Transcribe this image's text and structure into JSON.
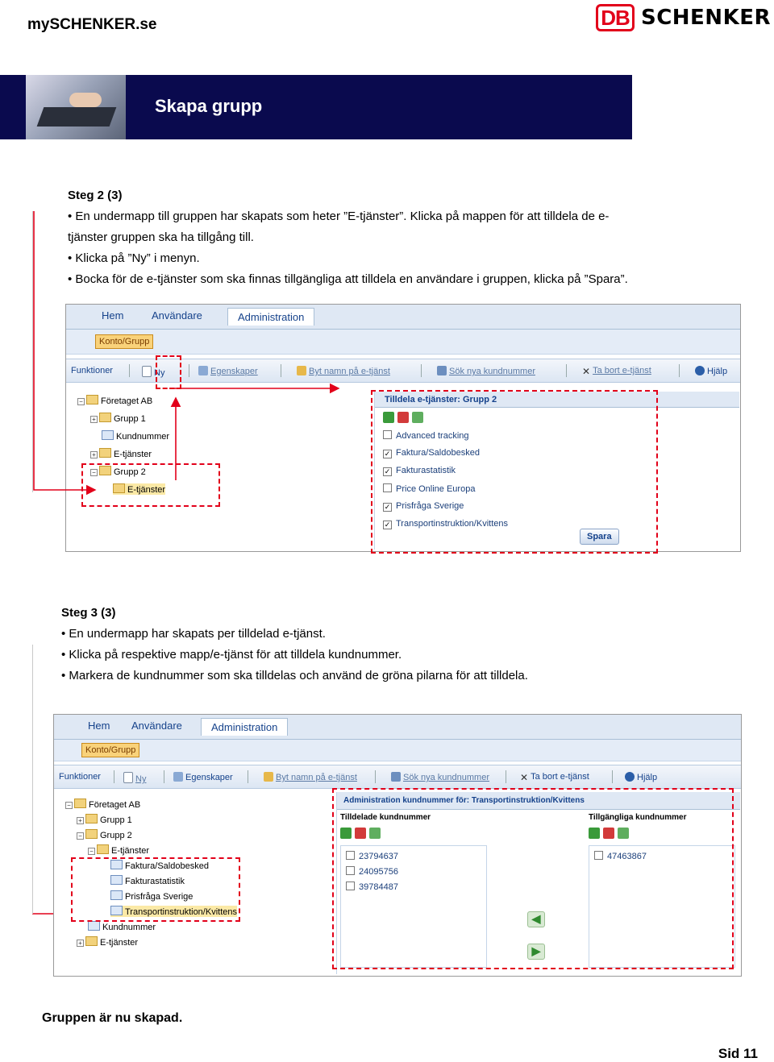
{
  "header": {
    "site": "mySCHENKER.se",
    "logo_db": "DB",
    "logo_text": "SCHENKER"
  },
  "banner": {
    "title": "Skapa grupp"
  },
  "step2": {
    "heading": "Steg 2 (3)",
    "bullets": [
      "En undermapp till gruppen har skapats som heter ”E-tjänster”. Klicka på mappen för att tilldela de e-",
      "tjänster gruppen ska ha tillgång till.",
      "Klicka på ”Ny” i menyn.",
      "Bocka för de e-tjänster som ska finnas tillgängliga att tilldela en användare i gruppen, klicka på ”Spara”."
    ]
  },
  "app": {
    "tabs": [
      "Hem",
      "Användare",
      "Administration"
    ],
    "konto": "Konto/Grupp",
    "toolbar": {
      "label": "Funktioner",
      "ny": "Ny",
      "egenskaper": "Egenskaper",
      "byt_namn": "Byt namn på e-tjänst",
      "sok": "Sök nya kundnummer",
      "ta_bort": "Ta bort e-tjänst",
      "hjalp": "Hjälp"
    }
  },
  "shot1": {
    "tree": [
      "Företaget AB",
      "Grupp 1",
      "Kundnummer",
      "E-tjänster",
      "Grupp 2",
      "E-tjänster"
    ],
    "panel_title": "Tilldela e-tjänster: Grupp 2",
    "services": [
      {
        "label": "Advanced tracking",
        "checked": false
      },
      {
        "label": "Faktura/Saldobesked",
        "checked": true
      },
      {
        "label": "Fakturastatistik",
        "checked": true
      },
      {
        "label": "Price Online Europa",
        "checked": false
      },
      {
        "label": "Prisfråga Sverige",
        "checked": true
      },
      {
        "label": "Transportinstruktion/Kvittens",
        "checked": true
      }
    ],
    "save": "Spara"
  },
  "step3": {
    "heading": "Steg 3 (3)",
    "bullets": [
      "En undermapp har skapats per tilldelad e-tjänst.",
      "Klicka på respektive mapp/e-tjänst för att tilldela kundnummer.",
      "Markera de kundnummer som ska tilldelas och använd de gröna pilarna för att tilldela."
    ]
  },
  "shot2": {
    "tree": [
      "Företaget AB",
      "Grupp 1",
      "Grupp 2",
      "E-tjänster",
      "Faktura/Saldobesked",
      "Fakturastatistik",
      "Prisfråga Sverige",
      "Transportinstruktion/Kvittens",
      "Kundnummer",
      "E-tjänster"
    ],
    "panel_title": "Administration kundnummer för: Transportinstruktion/Kvittens",
    "assigned_title": "Tilldelade kundnummer",
    "available_title": "Tillgängliga kundnummer",
    "assigned": [
      "23794637",
      "24095756",
      "39784487"
    ],
    "available": [
      "47463867"
    ]
  },
  "footer": {
    "note": "Gruppen är nu skapad.",
    "page": "Sid 11"
  },
  "colors": {
    "banner": "#0a0a4e",
    "accent": "#e2001a",
    "link": "#15428b"
  }
}
